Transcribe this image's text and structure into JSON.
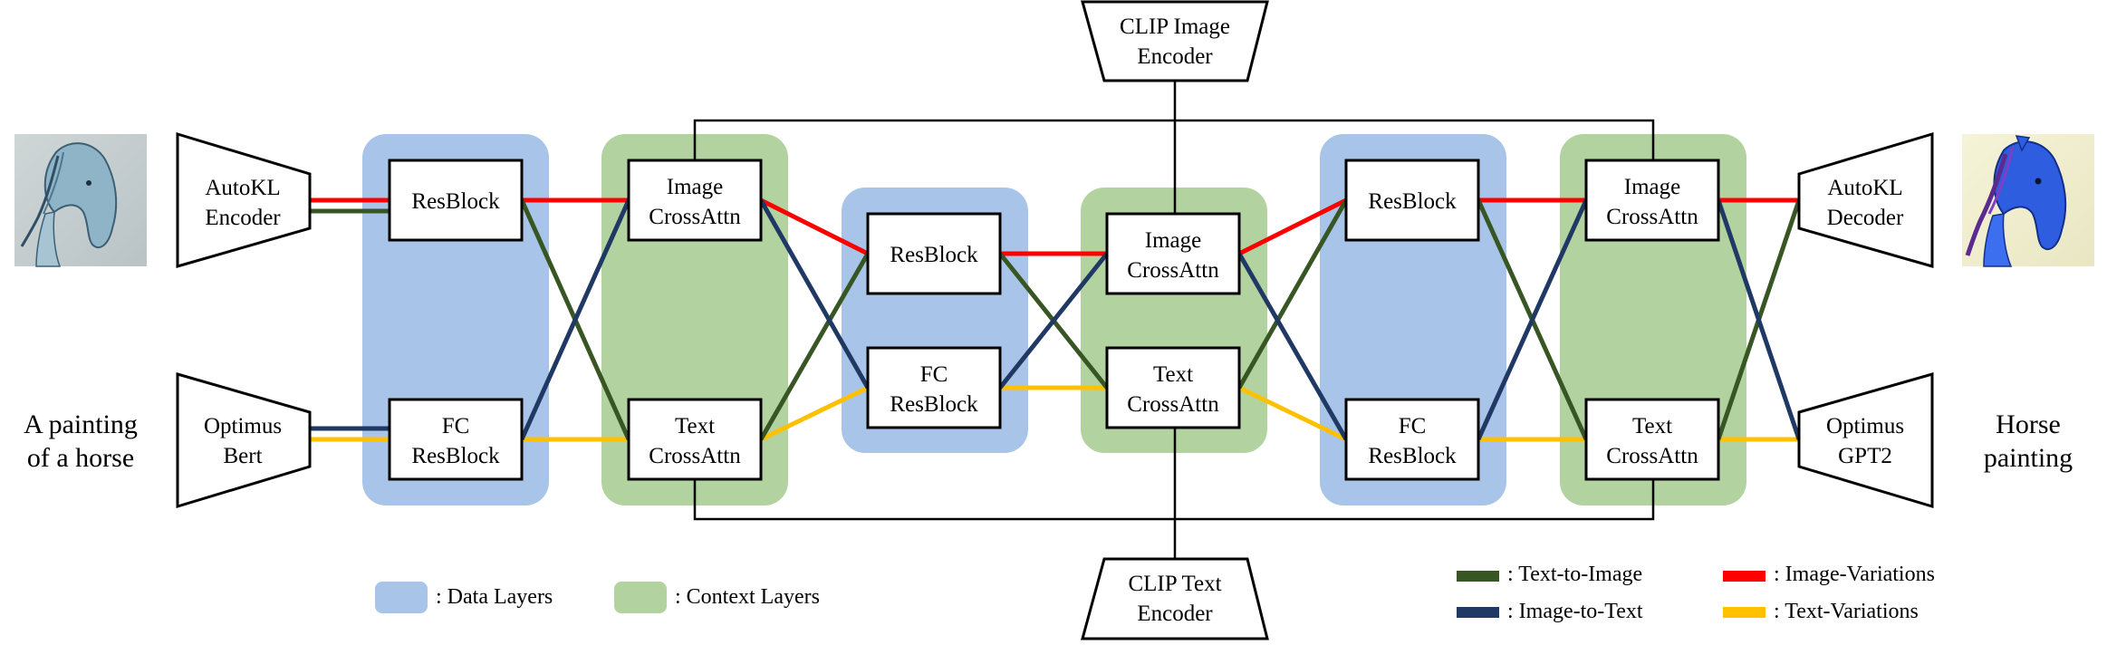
{
  "encoders": {
    "autokl_encoder": [
      "AutoKL",
      "Encoder"
    ],
    "optimus_bert": [
      "Optimus",
      "Bert"
    ],
    "autokl_decoder": [
      "AutoKL",
      "Decoder"
    ],
    "optimus_gpt2": [
      "Optimus",
      "GPT2"
    ],
    "clip_image": [
      "CLIP Image",
      "Encoder"
    ],
    "clip_text": [
      "CLIP Text",
      "Encoder"
    ]
  },
  "inputs": {
    "text_left": [
      "A painting",
      "of a horse"
    ],
    "text_right": [
      "Horse",
      "painting"
    ]
  },
  "blocks": {
    "resblock": [
      "ResBlock"
    ],
    "fc_resblock": [
      "FC",
      "ResBlock"
    ],
    "image_crossattn": [
      "Image",
      "CrossAttn"
    ],
    "text_crossattn": [
      "Text",
      "CrossAttn"
    ]
  },
  "legend": {
    "data_layers": ": Data Layers",
    "context_layers": ": Context Layers",
    "text_to_image": ": Text-to-Image",
    "image_to_text": ": Image-to-Text",
    "image_variations": ": Image-Variations",
    "text_variations": ": Text-Variations"
  },
  "colors": {
    "data_layer": "#a8c4e8",
    "context_layer": "#b2d3a0",
    "text_to_image": "#375623",
    "image_to_text": "#1f3864",
    "image_variations": "#ff0000",
    "text_variations": "#ffc000"
  }
}
